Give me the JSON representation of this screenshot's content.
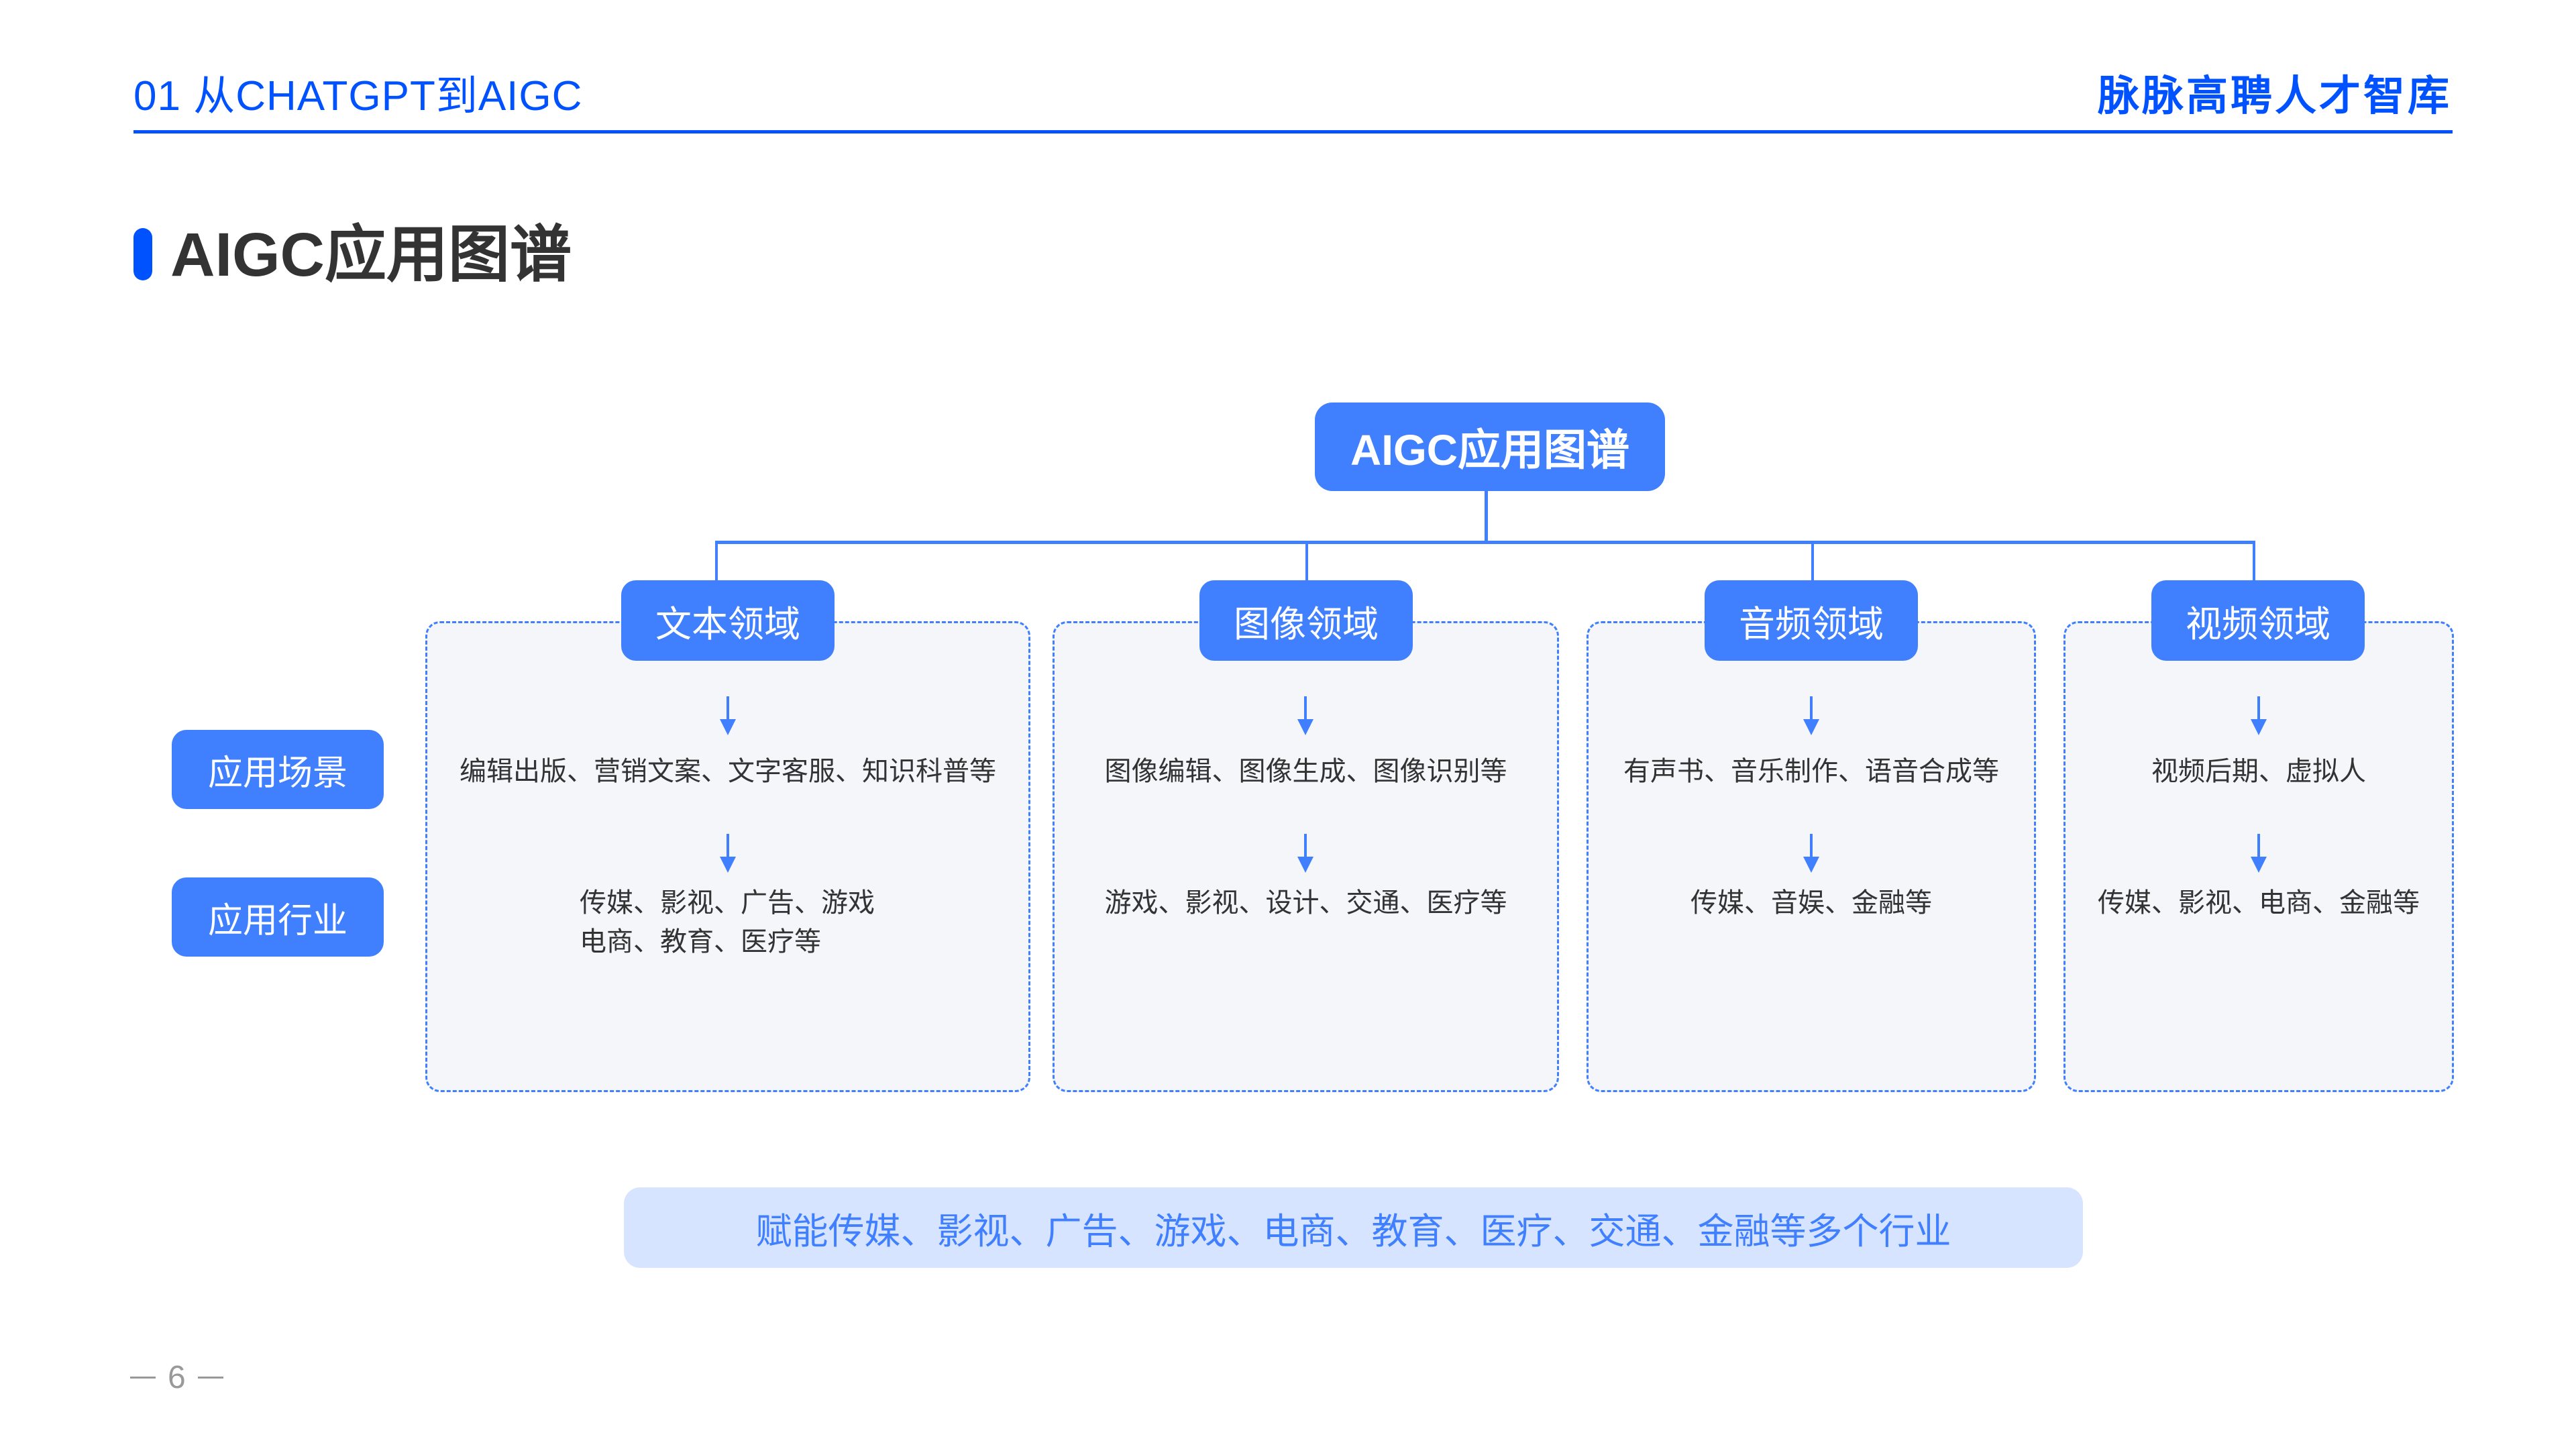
{
  "header": {
    "section": "01 从CHATGPT到AIGC",
    "brand": "脉脉高聘人才智库",
    "accent_color": "#0052FF"
  },
  "page_title": "AIGC应用图谱",
  "diagram": {
    "root": "AIGC应用图谱",
    "row_labels": [
      "应用场景",
      "应用行业"
    ],
    "domains": [
      {
        "name": "文本领域",
        "scenarios": "编辑出版、营销文案、文字客服、知识科普等",
        "industries_line1": "传媒、影视、广告、游戏",
        "industries_line2": "电商、教育、医疗等"
      },
      {
        "name": "图像领域",
        "scenarios": "图像编辑、图像生成、图像识别等",
        "industries_line1": "游戏、影视、设计、交通、医疗等",
        "industries_line2": ""
      },
      {
        "name": "音频领域",
        "scenarios": "有声书、音乐制作、语音合成等",
        "industries_line1": "传媒、音娱、金融等",
        "industries_line2": ""
      },
      {
        "name": "视频领域",
        "scenarios": "视频后期、虚拟人",
        "industries_line1": "传媒、影视、电商、金融等",
        "industries_line2": ""
      }
    ],
    "summary": "赋能传媒、影视、广告、游戏、电商、教育、医疗、交通、金融等多个行业",
    "colors": {
      "node": "#4080FF",
      "card_bg": "#F4F6FA",
      "banner_bg": "#D6E4FF"
    }
  },
  "footer": {
    "page_number": "6"
  }
}
